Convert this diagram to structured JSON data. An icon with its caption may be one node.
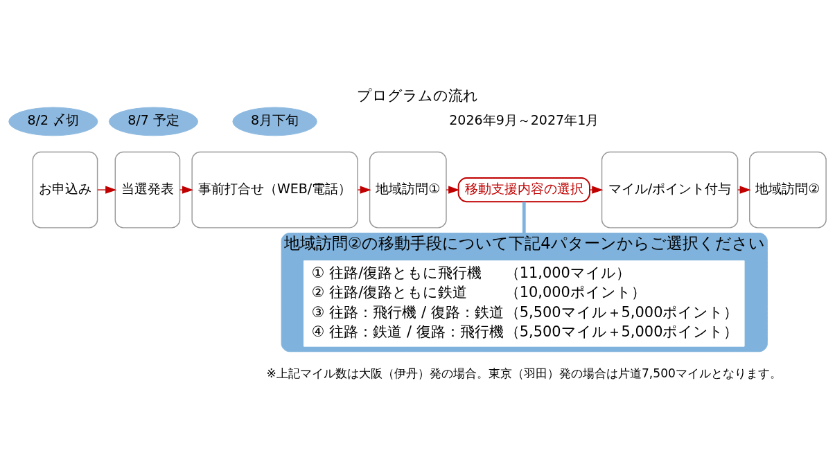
{
  "diagram": {
    "title": "プログラムの流れ",
    "caption": "※上記マイル数は大阪（伊丹）発の場合。東京（羽田）発の場合は片道7,500マイルとなります。",
    "nodes": [
      {
        "text": [
          "8/2 〆切"
        ]
      },
      {
        "text": [
          "8/7 予定"
        ]
      },
      {
        "text": [
          "8月下旬"
        ]
      },
      {
        "text": [
          "お申込み"
        ]
      },
      {
        "text": [
          "当選発表"
        ]
      },
      {
        "text": [
          "事前打合せ（WEB/電話）"
        ]
      },
      {
        "text": [
          "地域訪問①"
        ]
      },
      {
        "text": [
          "移動支援内容の選択"
        ]
      },
      {
        "text": [
          "マイル/ポイント付与"
        ]
      },
      {
        "text": [
          "地域訪問②"
        ]
      },
      {
        "text": [
          "地域訪問②の移動手段について下記4パターンからご選択ください"
        ]
      },
      {
        "text": [
          "① 往路/復路ともに飛行機",
          "（11,000マイル）",
          "② 往路/復路ともに鉄道",
          "（10,000ポイント）",
          "③ 往路：飛行機 / 復路：鉄道",
          "（5,500マイル＋5,000ポイント）",
          "④ 往路：鉄道 / 復路：飛行機",
          "（5,500マイル＋5,000ポイント）"
        ],
        "in": 10
      }
    ],
    "edges": [
      {
        "from": 3,
        "to": 4,
        "arrow": "to"
      },
      {
        "from": 4,
        "to": 5,
        "arrow": "to"
      },
      {
        "from": 5,
        "to": 6,
        "arrow": "to"
      },
      {
        "from": 6,
        "to": 7,
        "arrow": "to"
      },
      {
        "from": 7,
        "to": 8,
        "arrow": "to"
      },
      {
        "from": 8,
        "to": 9,
        "arrow": "to"
      },
      {
        "from": 10,
        "to": 7,
        "arrow": "none",
        "color": "#7fb2dc",
        "style": "thick"
      }
    ],
    "labels": [
      "2026年9月～2027年1月"
    ]
  }
}
